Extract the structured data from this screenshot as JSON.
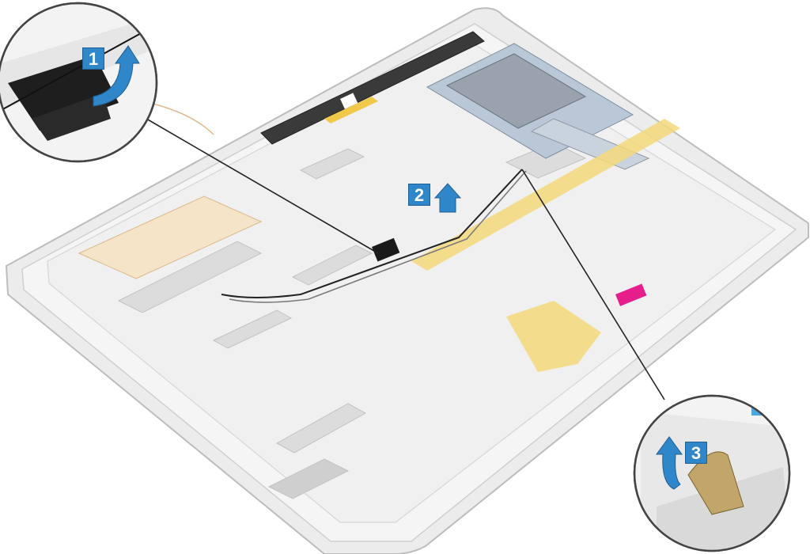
{
  "steps": [
    {
      "label": "1"
    },
    {
      "label": "2"
    },
    {
      "label": "3"
    }
  ],
  "colors": {
    "device": "#e9e9e9",
    "accent": "#2f86c9",
    "tape": "#f3d97a",
    "label": "#e61e8c"
  },
  "icons": [
    "lift-arrow-icon",
    "lift-arrow-icon",
    "lift-arrow-icon"
  ]
}
